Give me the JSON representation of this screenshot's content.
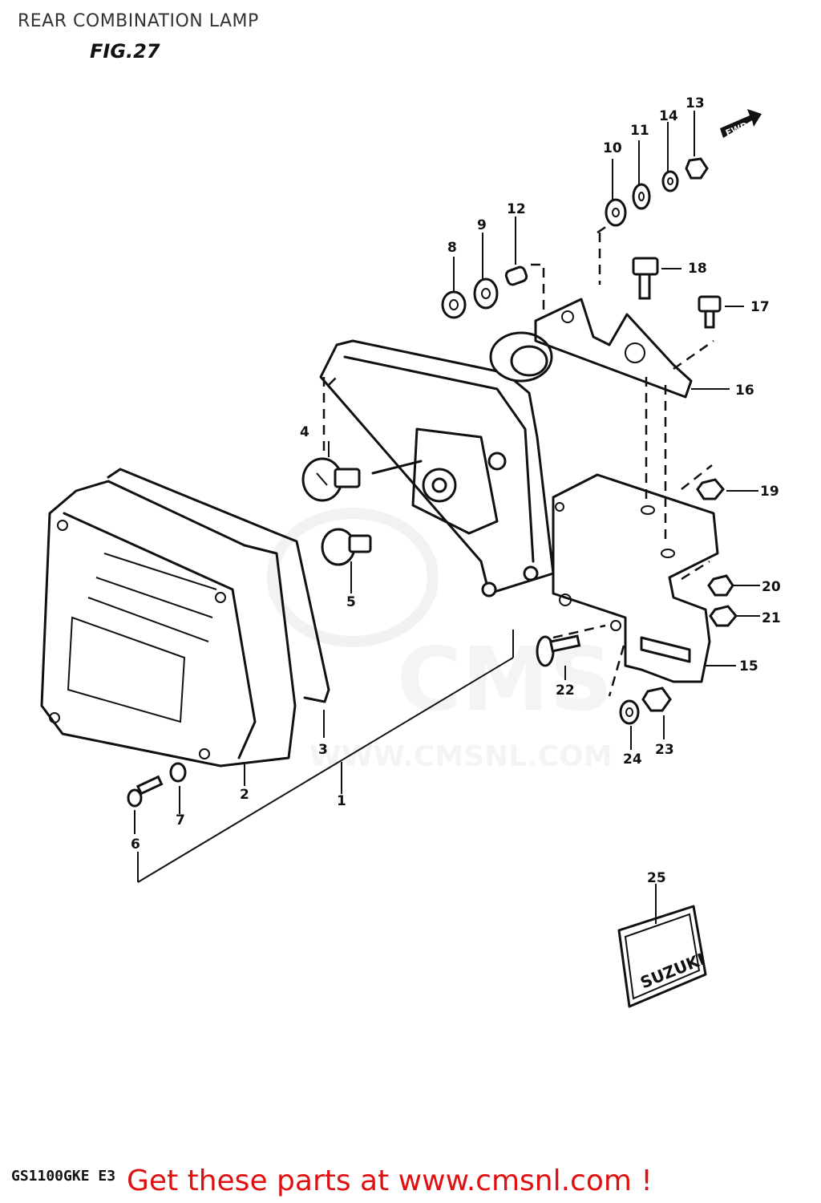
{
  "header": {
    "title": "REAR COMBINATION LAMP",
    "figure": "FIG.27"
  },
  "footer": {
    "model": "GS1100GKE E3",
    "cta": "Get these parts at www.cmsnl.com !"
  },
  "watermark": {
    "brand": "CMS",
    "url": "WWW.CMSNL.COM"
  },
  "badge": {
    "text": "SUZUKI"
  },
  "direction_arrow": {
    "text": "FWD"
  },
  "callouts": [
    "1",
    "2",
    "3",
    "4",
    "5",
    "6",
    "7",
    "8",
    "9",
    "10",
    "11",
    "12",
    "13",
    "14",
    "15",
    "16",
    "17",
    "18",
    "19",
    "20",
    "21",
    "22",
    "23",
    "24",
    "25"
  ],
  "colors": {
    "line": "#111111",
    "cta": "#e01010",
    "watermark": "#d9d9d9"
  }
}
